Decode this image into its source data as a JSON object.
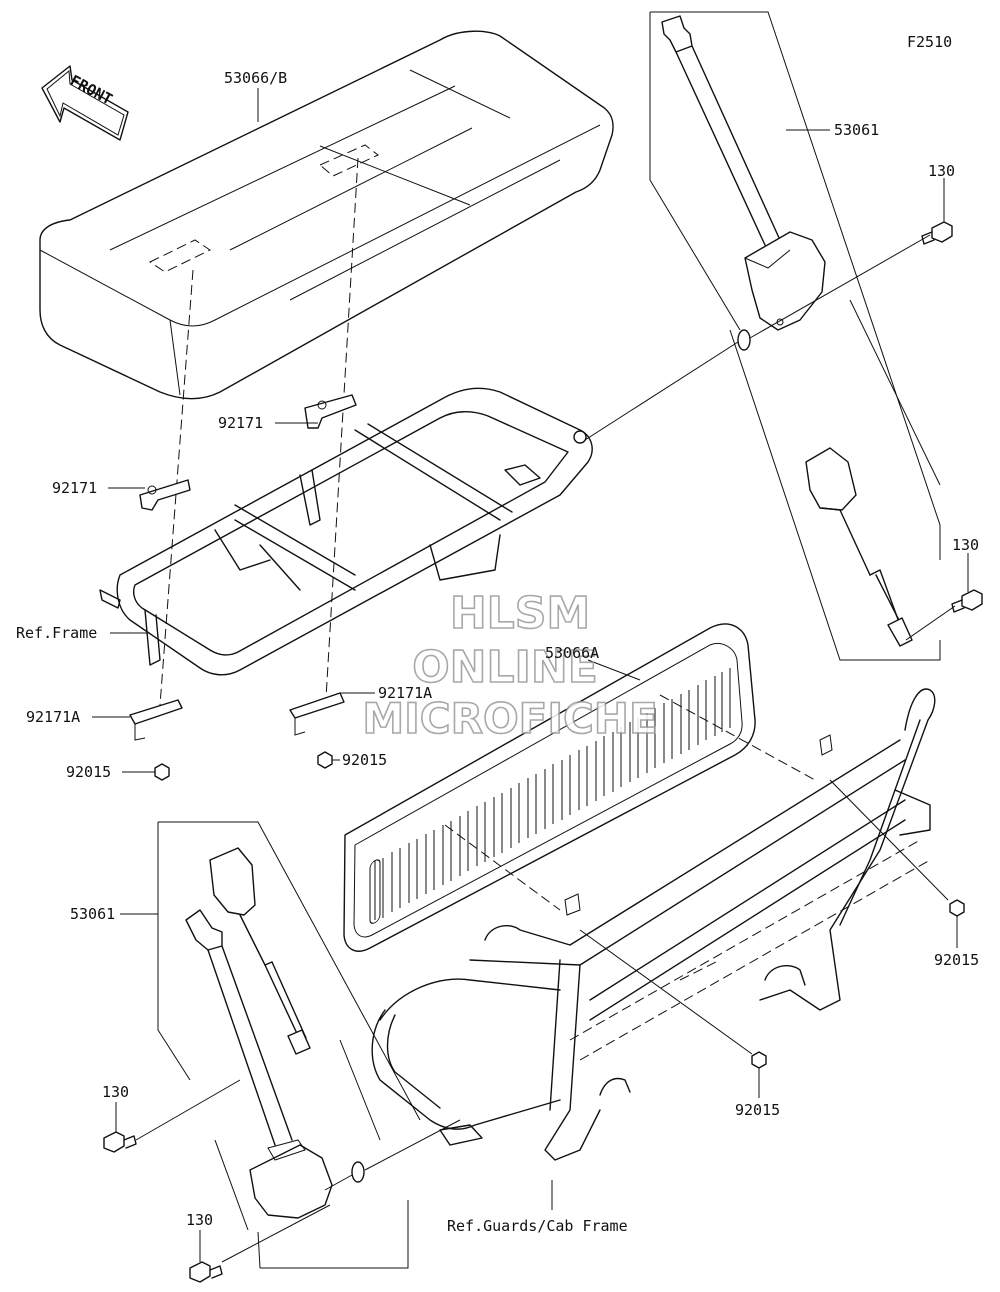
{
  "diagram_code": "F2510",
  "front_badge": "FRONT",
  "watermark": {
    "line1": "HLSM",
    "line2": "ONLINE",
    "line3": "MICROFICHE"
  },
  "parts": {
    "seat_upper": "53066/B",
    "seat_back": "53066A",
    "seatbelt_right": "53061",
    "seatbelt_left": "53061",
    "bolt_upper_right": "130",
    "bolt_mid_right": "130",
    "bolt_left_upper": "130",
    "bolt_left_lower": "130",
    "bracket_upper": "92171",
    "bracket_left": "92171",
    "bracket_lower_left": "92171A",
    "bracket_lower_center": "92171A",
    "nut_left": "92015",
    "nut_center": "92015",
    "nut_right": "92015",
    "nut_bottom": "92015"
  },
  "references": {
    "frame": "Ref.Frame",
    "guards": "Ref.Guards/Cab Frame"
  }
}
